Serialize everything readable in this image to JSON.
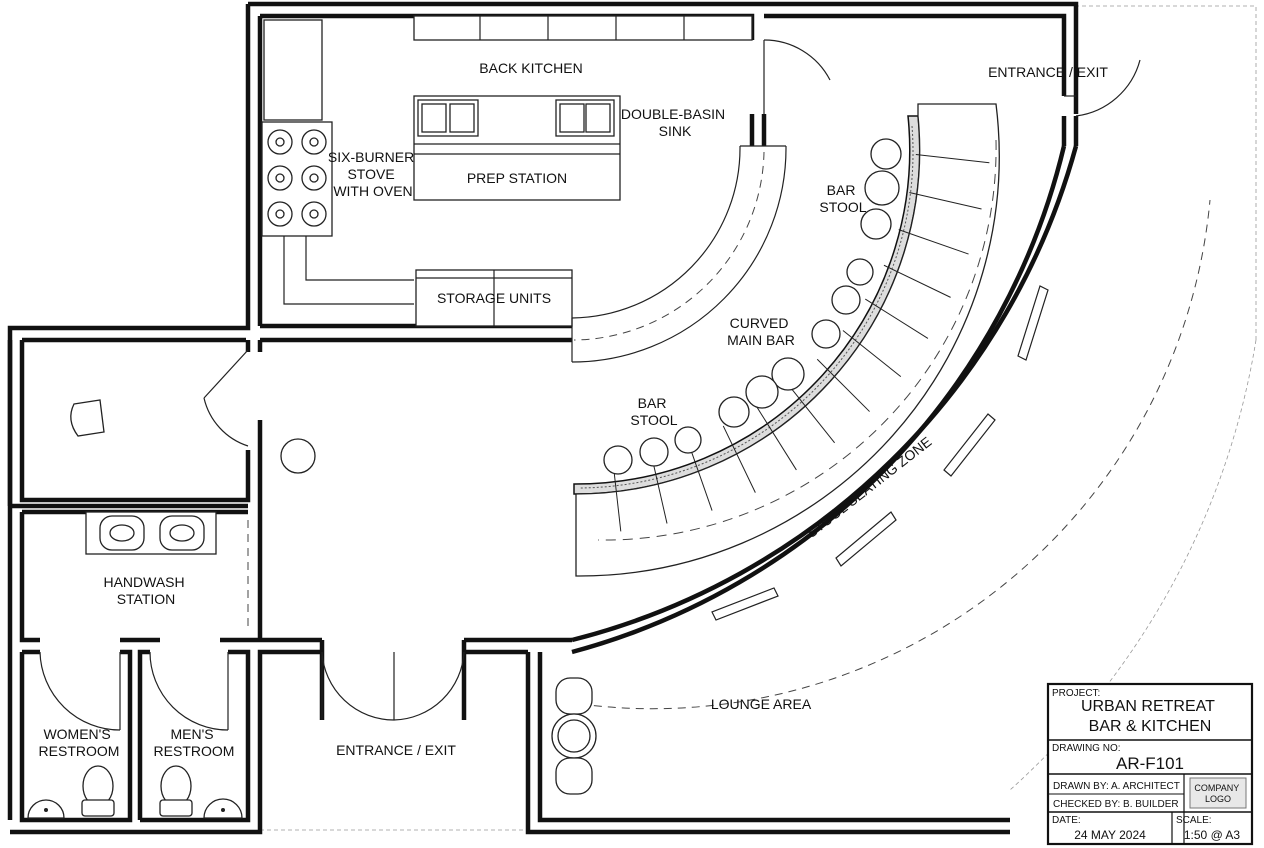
{
  "rooms": {
    "back_kitchen": "BACK KITCHEN",
    "double_basin_sink": [
      "DOUBLE-BASIN",
      "SINK"
    ],
    "stove": [
      "SIX-BURNER",
      "STOVE",
      "WITH OVEN"
    ],
    "prep_station": "PREP STATION",
    "storage_units": "STORAGE UNITS",
    "entrance_top": "ENTRANCE / EXIT",
    "bar_stool_top": [
      "BAR",
      "STOOL"
    ],
    "curved_main_bar": [
      "CURVED",
      "MAIN BAR"
    ],
    "bar_stool_mid": [
      "BAR",
      "STOOL"
    ],
    "stool_seating_zone": "STOOL SEATING ZONE",
    "handwash_station": [
      "HANDWASH",
      "STATION"
    ],
    "womens_restroom": [
      "WOMEN'S",
      "RESTROOM"
    ],
    "mens_restroom": [
      "MEN'S",
      "RESTROOM"
    ],
    "entrance_bottom": "ENTRANCE / EXIT",
    "lounge_area": "LOUNGE AREA"
  },
  "title_block": {
    "project_label": "PROJECT:",
    "project_name": [
      "URBAN RETREAT",
      "BAR & KITCHEN"
    ],
    "drawing_no_label": "DRAWING NO:",
    "drawing_no": "AR-F101",
    "drawn_by": "DRAWN BY:  A. ARCHITECT",
    "checked_by": "CHECKED BY:  B. BUILDER",
    "logo_text": [
      "COMPANY",
      "LOGO"
    ],
    "date_label": "DATE:",
    "date": "24 MAY 2024",
    "scale_label": "SCALE:",
    "scale": "1:50 @ A3"
  }
}
